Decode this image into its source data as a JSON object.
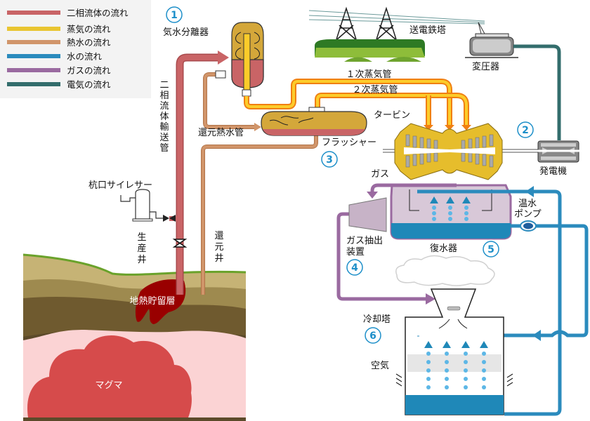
{
  "title": "地熱発電の仕組み",
  "legend": [
    {
      "label": "二相流体の流れ",
      "color": "#c96466"
    },
    {
      "label": "蒸気の流れ",
      "color": "#e9c531"
    },
    {
      "label": "熱水の流れ",
      "color": "#d1956a"
    },
    {
      "label": "水の流れ",
      "color": "#2b8bbd"
    },
    {
      "label": "ガスの流れ",
      "color": "#9a6aa0"
    },
    {
      "label": "電気の流れ",
      "color": "#336d6c"
    }
  ],
  "components": {
    "separator": {
      "number": "1",
      "label": "気水分離器"
    },
    "turbine_generator": {
      "number": "2",
      "turbine_label": "タービン",
      "generator_label": "発電機"
    },
    "flasher": {
      "number": "3",
      "label": "フラッシャー"
    },
    "gas_extractor": {
      "number": "4",
      "label_line1": "ガス抽出",
      "label_line2": "装置"
    },
    "condenser": {
      "number": "5",
      "label": "復水器"
    },
    "cooling_tower": {
      "number": "6",
      "label": "冷却塔"
    }
  },
  "labels": {
    "transmission_tower": "送電鉄塔",
    "transformer": "変圧器",
    "primary_steam_pipe": "１次蒸気管",
    "secondary_steam_pipe": "２次蒸気管",
    "return_hot_water_pipe": "還元熱水管",
    "two_phase_pipe": [
      "二",
      "相",
      "流",
      "体",
      "輸",
      "送",
      "管"
    ],
    "silencer": "杭口サイレサー",
    "production_well": [
      "生",
      "産",
      "井"
    ],
    "reinjection_well": [
      "還",
      "元",
      "井"
    ],
    "reservoir": "地熱貯留層",
    "magma": "マグマ",
    "gas": "ガス",
    "hot_water_pump_line1": "温水",
    "hot_water_pump_line2": "ポンプ",
    "air": "空気"
  },
  "colors": {
    "two_phase": "#c96466",
    "steam": "#f5a623",
    "steam_fill": "#fccc2a",
    "hot_water": "#d1956a",
    "water": "#2b8bbd",
    "gas": "#9a6aa0",
    "electric": "#336d6c",
    "magma": "#d64b4b",
    "mantle": "#fbd3d4",
    "reservoir": "#990000",
    "accent_number": "#1d8fc9"
  }
}
